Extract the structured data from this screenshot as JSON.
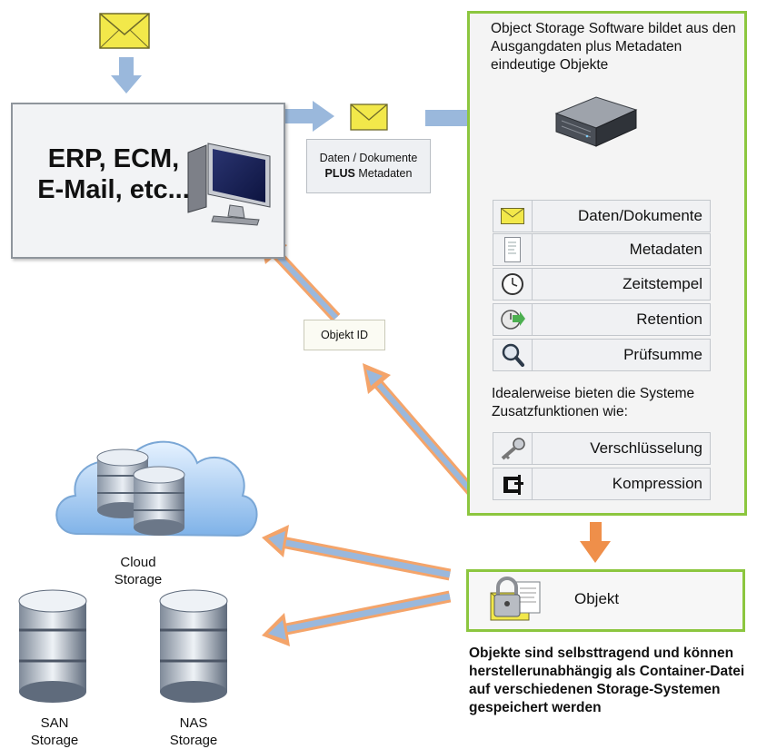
{
  "erp": {
    "label_lines": [
      "ERP, ECM,",
      "E-Mail, etc..."
    ]
  },
  "daten_box": {
    "line1": "Daten / Dokumente",
    "bold": "PLUS",
    "rest": " Metadaten"
  },
  "object_storage": {
    "title": "Object Storage Software bildet aus den Ausgangdaten plus Metadaten eindeutige Objekte",
    "rows": [
      {
        "icon": "envelope-icon",
        "label": "Daten/Dokumente"
      },
      {
        "icon": "document-icon",
        "label": "Metadaten"
      },
      {
        "icon": "clock-icon",
        "label": "Zeitstempel"
      },
      {
        "icon": "retention-icon",
        "label": "Retention"
      },
      {
        "icon": "magnifier-icon",
        "label": "Prüfsumme"
      }
    ],
    "extra_intro": "Idealerweise bieten die Systeme Zusatzfunktionen wie:",
    "extras": [
      {
        "icon": "key-icon",
        "label": "Verschlüsselung"
      },
      {
        "icon": "clamp-icon",
        "label": "Kompression"
      }
    ]
  },
  "objekt_id": "Objekt ID",
  "objekt": "Objekt",
  "note": "Objekte sind selbsttragend und können herstellerunabhängig als Container-Datei auf verschiedenen Storage-Systemen gespeichert werden",
  "storages": {
    "cloud": [
      "Cloud",
      "Storage"
    ],
    "san": [
      "SAN",
      "Storage"
    ],
    "nas": [
      "NAS",
      "Storage"
    ]
  },
  "colors": {
    "arrow_blue": "#9ab8dc",
    "arrow_orange": "#ef8f4a",
    "green": "#8cc63f",
    "envelope": "#f2e84a"
  }
}
